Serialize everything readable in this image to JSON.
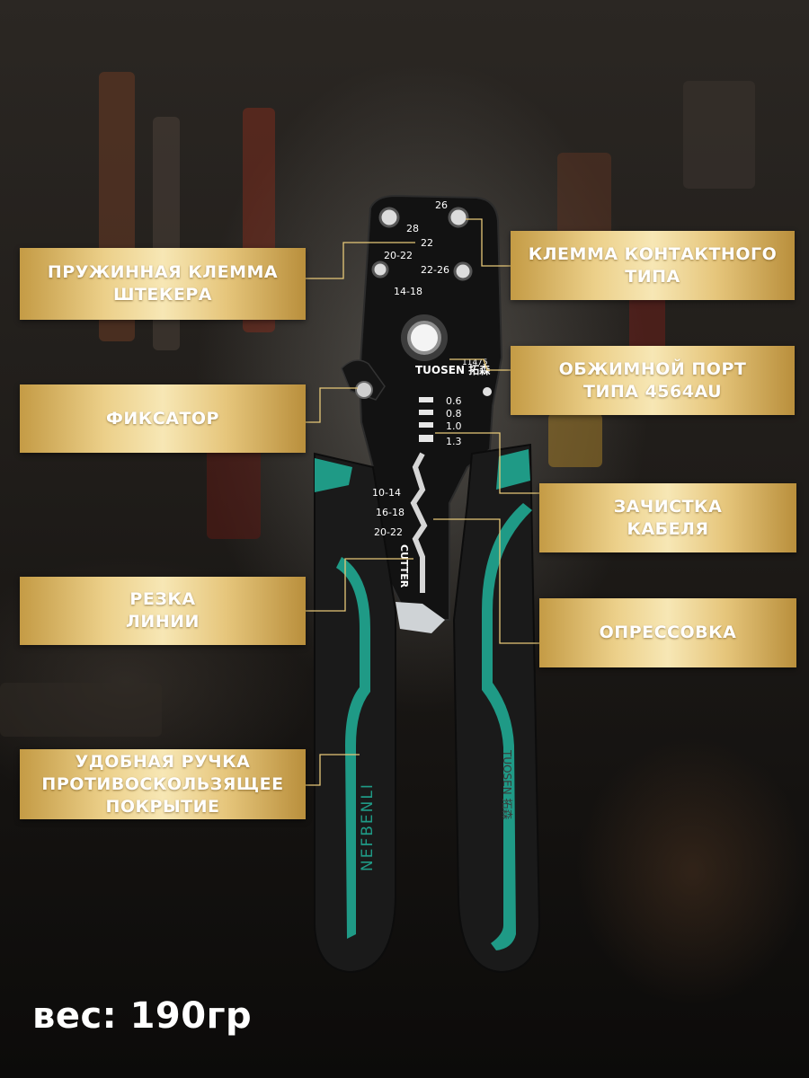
{
  "labels": {
    "spring_terminal": {
      "line1": "ПРУЖИННАЯ КЛЕММА",
      "line2": "ШТЕКЕРА"
    },
    "lock": {
      "line1": "ФИКСАТОР"
    },
    "line_cutting": {
      "line1": "РЕЗКА",
      "line2": "ЛИНИИ"
    },
    "handle": {
      "line1": "УДОБНАЯ РУЧКА",
      "line2": "ПРОТИВОСКОЛЬЗЯЩЕЕ",
      "line3": "ПОКРЫТИЕ"
    },
    "contact_terminal": {
      "line1": "КЛЕММА КОНТАКТНОГО",
      "line2": "ТИПА"
    },
    "crimp_port": {
      "line1": "ОБЖИМНОЙ ПОРТ",
      "line2": "ТИПА 4564AU"
    },
    "stripping": {
      "line1": "ЗАЧИСТКА",
      "line2": "КАБЕЛЯ"
    },
    "crimping": {
      "line1": "ОПРЕССОВКА"
    }
  },
  "tool": {
    "top_sizes": [
      "26",
      "28",
      "22",
      "20-22",
      "22-26",
      "14-18"
    ],
    "model": "11475",
    "brand_head": "TUOSEN 拓森",
    "strip_sizes": [
      "0.6",
      "0.8",
      "1.0",
      "1.3"
    ],
    "awg_sizes": [
      "10-14",
      "16-18",
      "20-22"
    ],
    "cutter_text": "CUTTER",
    "handle_brand_left": "NEFBENLI",
    "handle_brand_right": "TUOSEN 拓森"
  },
  "weight": "вес: 190гр",
  "colors": {
    "gold": "#e8c87a",
    "teal": "#1f9a86",
    "handle_black": "#1a1a1a"
  }
}
